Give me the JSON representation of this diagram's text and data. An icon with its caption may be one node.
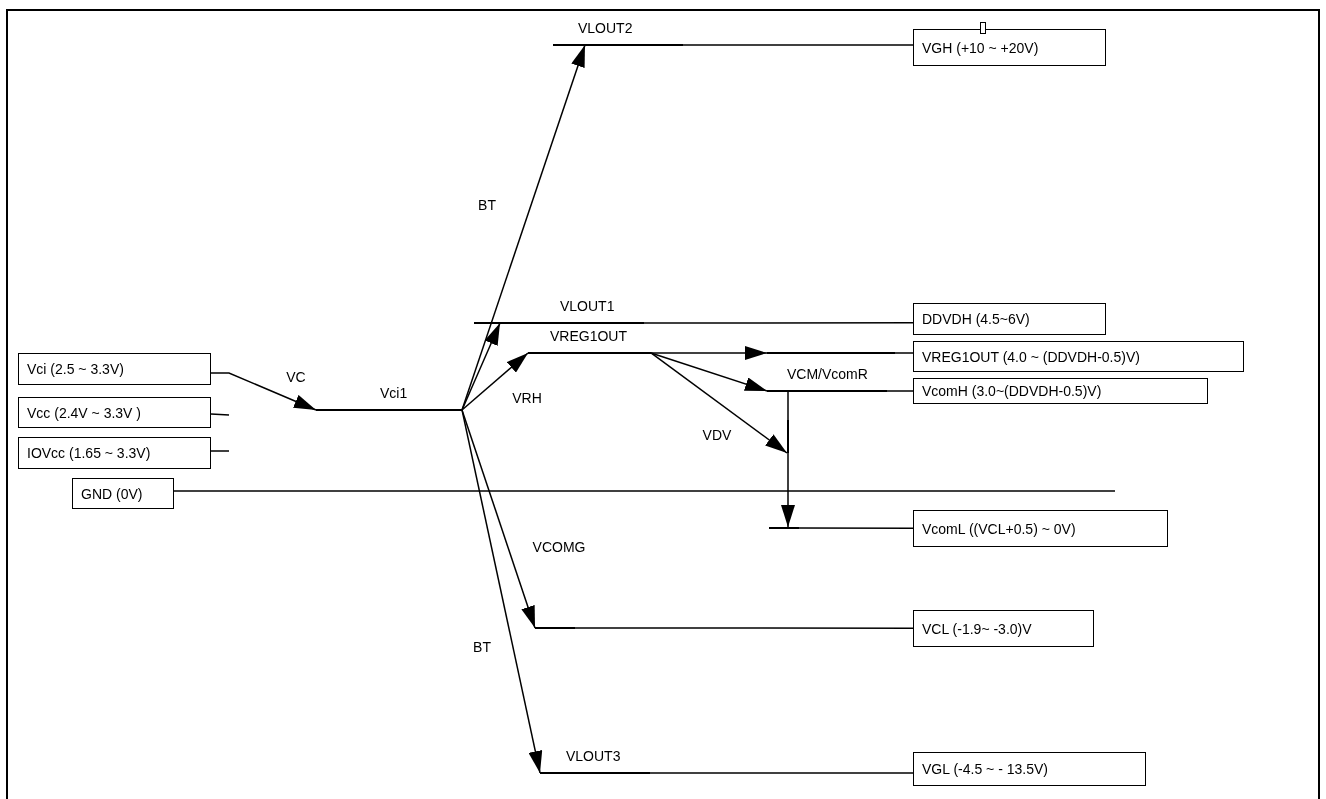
{
  "diagram": {
    "nodes": [
      {
        "text": [
          "Vci (2.5 ~ 3.3V)"
        ]
      },
      {
        "text": [
          "Vcc (2.4V ~ 3.3V )"
        ]
      },
      {
        "text": [
          "IOVcc (1.65 ~ 3.3V)"
        ]
      },
      {
        "text": [
          "GND (0V)"
        ]
      },
      {
        "text": [
          "Vci1"
        ]
      },
      {
        "text": [
          "VLOUT2"
        ]
      },
      {
        "text": [
          "VGH (+10 ~ +20V)"
        ]
      },
      {
        "text": [
          "VLOUT1"
        ]
      },
      {
        "text": [
          "DDVDH (4.5~6V)"
        ]
      },
      {
        "text": [
          "VREG1OUT"
        ]
      },
      {
        "text": [],
        "shape": "bar"
      },
      {
        "text": [
          "VREG1OUT (4.0 ~ (DDVDH-0.5)V)"
        ]
      },
      {
        "text": [
          "VCM/VcomR"
        ]
      },
      {
        "text": [
          "VcomH (3.0~(DDVDH-0.5)V)"
        ]
      },
      {
        "text": [],
        "shape": "bar"
      },
      {
        "text": [],
        "shape": "bar"
      },
      {
        "text": [
          "VcomL ((VCL+0.5) ~ 0V)"
        ]
      },
      {
        "text": [],
        "shape": "bar"
      },
      {
        "text": [
          "VCL (-1.9~ -3.0)V"
        ]
      },
      {
        "text": [
          "VLOUT3"
        ]
      },
      {
        "text": [
          "VGL (-4.5 ~ - 13.5V)"
        ]
      }
    ],
    "edges": [
      {
        "from": 0,
        "to": 4,
        "arrow": "to",
        "label": "VC"
      },
      {
        "from": 1,
        "to": null,
        "arrow": "none"
      },
      {
        "from": 2,
        "to": null,
        "arrow": "none"
      },
      {
        "from": 3,
        "to": null,
        "arrow": "none"
      },
      {
        "from": 4,
        "to": 5,
        "arrow": "to",
        "label": "BT"
      },
      {
        "from": 4,
        "to": 7,
        "arrow": "to"
      },
      {
        "from": 4,
        "to": 9,
        "arrow": "to",
        "label": "VRH"
      },
      {
        "from": 4,
        "to": 17,
        "arrow": "to",
        "label": "VCOMG"
      },
      {
        "from": 4,
        "to": 19,
        "arrow": "to",
        "label": "BT"
      },
      {
        "from": 5,
        "to": 6,
        "arrow": "none"
      },
      {
        "from": 7,
        "to": 8,
        "arrow": "none"
      },
      {
        "from": 9,
        "to": 10,
        "arrow": "to"
      },
      {
        "from": 10,
        "to": 11,
        "arrow": "none"
      },
      {
        "from": 9,
        "to": 12,
        "arrow": "to"
      },
      {
        "from": 9,
        "to": 14,
        "arrow": "to",
        "label": "VDV"
      },
      {
        "from": 12,
        "to": 14,
        "arrow": "none"
      },
      {
        "from": 14,
        "to": 15,
        "arrow": "to"
      },
      {
        "from": 12,
        "to": 13,
        "arrow": "none"
      },
      {
        "from": 15,
        "to": 16,
        "arrow": "none"
      },
      {
        "from": 17,
        "to": 18,
        "arrow": "none"
      },
      {
        "from": 19,
        "to": 20,
        "arrow": "none"
      }
    ]
  }
}
